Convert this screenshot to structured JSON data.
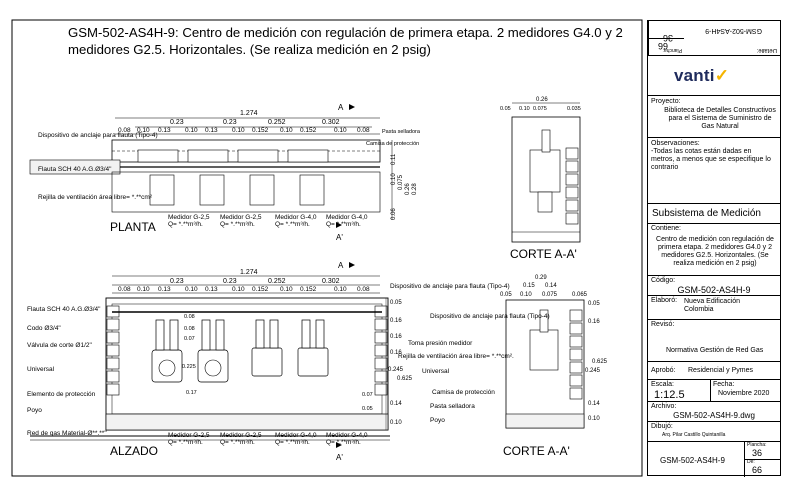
{
  "title": "GSM-502-AS4H-9: Centro de medición con regulación de primera etapa.  2 medidores G4.0 y 2 medidores G2.5. Horizontales. (Se realiza medición en 2 psig)",
  "plan": {
    "view_label": "PLANTA",
    "section_marker": "A",
    "section_marker_bottom": "A'",
    "dim_total": "1.274",
    "dim_mid": [
      "0.23",
      "0.23",
      "0.252",
      "0.302"
    ],
    "dim_row": [
      "0.08",
      "0.10",
      "0.13",
      "0.10",
      "0.13",
      "0.10",
      "0.152",
      "0.10",
      "0.152",
      "0.10",
      "0.08"
    ],
    "callouts": [
      "Dispositivo de anclaje para flauta (Tipo-4)",
      "Flauta SCH 40 A.G.Ø3/4\"",
      "Rejilla de ventilación área libre= *.**cm²",
      "Pasta selladora",
      "Camisa de protección"
    ],
    "vertical_dims": [
      "0.11",
      "0.10",
      "0.075",
      "0.26",
      "0.28",
      "0.06"
    ],
    "meters": [
      {
        "name": "Medidor G-2,5",
        "q": "Q= *.**m³/h."
      },
      {
        "name": "Medidor G-2,5",
        "q": "Q= *.**m³/h."
      },
      {
        "name": "Medidor G-4,0",
        "q": "Q= *.**m³/h."
      },
      {
        "name": "Medidor G-4,0",
        "q": "Q= *.**m³/h."
      }
    ]
  },
  "section_top": {
    "view_label": "CORTE A-A'",
    "dims": [
      "0.26",
      "0.05",
      "0.10",
      "0.075",
      "0.035"
    ]
  },
  "elevation": {
    "view_label": "ALZADO",
    "section_marker": "A",
    "section_marker_bottom": "A'",
    "dim_total": "1.274",
    "dim_mid": [
      "0.23",
      "0.23",
      "0.252",
      "0.302"
    ],
    "dim_row": [
      "0.08",
      "0.10",
      "0.13",
      "0.10",
      "0.13",
      "0.10",
      "0.152",
      "0.10",
      "0.152",
      "0.10",
      "0.08"
    ],
    "left_callouts": [
      "Flauta SCH 40 A.G.Ø3/4\"",
      "Codo Ø3/4\"",
      "Válvula de corte Ø1/2\"",
      "Universal",
      "Elemento de protección",
      "Poyo",
      "Red de gas Material-Ø**.**\""
    ],
    "right_callouts": [
      "Dispositivo de anclaje para flauta (Tipo-4)",
      "Toma presión medidor",
      "Rejilla de ventilación área libre= *.**cm²."
    ],
    "inner_dims": [
      "0.08",
      "0.08",
      "0.07",
      "0.225",
      "0.17",
      "0.07",
      "0.05"
    ],
    "right_dims": [
      "0.05",
      "0.16",
      "0.16",
      "0.16",
      "0.245",
      "0.625",
      "0.14",
      "0.10"
    ],
    "meters": [
      {
        "name": "Medidor G-2,5",
        "q": "Q= *.**m³/h."
      },
      {
        "name": "Medidor G-2,5",
        "q": "Q= *.**m³/h."
      },
      {
        "name": "Medidor G-4,0",
        "q": "Q= *.**m³/h."
      },
      {
        "name": "Medidor G-4,0",
        "q": "Q= *.**m³/h."
      }
    ]
  },
  "section_bottom": {
    "view_label": "CORTE A-A'",
    "dims_top": [
      "0.29",
      "0.15",
      "0.14",
      "0.065"
    ],
    "dims_row": [
      "0.05",
      "0.10",
      "0.075"
    ],
    "callouts": [
      "Dispositivo de anclaje para flauta (Tipo-4)",
      "Universal",
      "Camisa de protección",
      "Pasta selladora",
      "Poyo"
    ],
    "right_dims": [
      "0.05",
      "0.16",
      "0.625",
      "0.245",
      "0.14",
      "0.10"
    ]
  },
  "panel": {
    "sheet_label": "Plancha",
    "sheet_no": "36",
    "sheet_total": "66",
    "detail_label": "Detalle:",
    "detail_code": "GSM-502-AS4H-9",
    "logo_main": "vanti",
    "logo_mark": "✓",
    "project_label": "Proyecto:",
    "project": "Biblioteca de Detalles Constructivos para el Sistema de Suministro de Gas Natural",
    "obs_label": "Observaciones:",
    "obs": "-Todas las cotas están dadas en metros, a menos que se especifique lo contrario",
    "subsystem": "Subsistema de Medición",
    "contains_label": "Contiene:",
    "contains": "Centro de medición con regulación de primera etapa. 2 medidores G4.0 y 2 medidores G2.5. Horizontales. (Se realiza medición en 2 psig)",
    "code_label": "Código:",
    "code": "GSM-502-AS4H-9",
    "elaboro_label": "Elaboró:",
    "elaboro": "Nueva Edificación Colombia",
    "reviso_label": "Revisó:",
    "reviso": "Normativa Gestión de Red Gas",
    "aprobo_label": "Aprobó:",
    "aprobo": "Residencial y Pymes",
    "escala_label": "Escala:",
    "escala": "1:12.5",
    "fecha_label": "Fecha:",
    "fecha": "Noviembre 2020",
    "archivo_label": "Archivo:",
    "archivo": "GSM-502-AS4H-9.dwg",
    "dibujo_label": "Dibujó:",
    "dibujo": "Arq. Pilar Castillo Quintanilla",
    "bottom_code": "GSM-502-AS4H-9",
    "plancha_label": "Plancha:",
    "de_label": "De:"
  }
}
